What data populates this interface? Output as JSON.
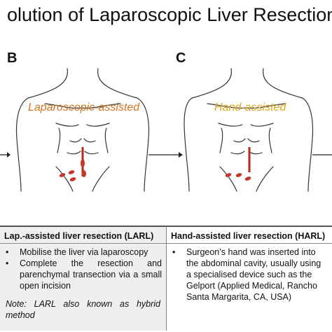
{
  "title": "olution of Laparoscopic Liver Resection",
  "panels": [
    {
      "letter": "B",
      "technique": "Laparoscopic-assisted",
      "technique_color": "#d4731f"
    },
    {
      "letter": "C",
      "technique": "Hand-assisted",
      "technique_color": "#e0a81a"
    }
  ],
  "table": {
    "left": {
      "heading": "Lap.-assisted liver resection (LARL)",
      "bullets": [
        "Mobilise the liver via laparoscopy",
        "Complete the resection and parenchymal transection via a small open incision"
      ],
      "note": "Note: LARL also known as hybrid method"
    },
    "right": {
      "heading": "Hand-assisted liver resection (HARL)",
      "bullets": [
        "Surgeon’s hand was inserted into the abdominal cavity, usually using a specialised device such as the Gelport (Applied Medical, Rancho Santa Margarita, CA, USA)"
      ]
    },
    "bullet_symbol": "•"
  },
  "colors": {
    "incision": "#b02a1e",
    "port": "#c0392b",
    "outline": "#333333"
  }
}
